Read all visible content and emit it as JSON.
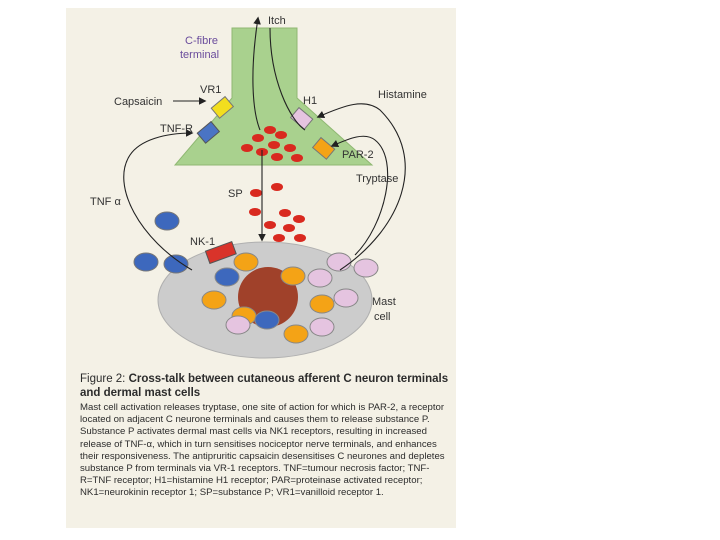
{
  "colors": {
    "background": "#f4f1e6",
    "nerve_terminal": "#a9d18e",
    "mast_cell": "#cccccc",
    "nucleus": "#a0412a",
    "granule_red": "#d9291f",
    "granule_orange": "#f4a316",
    "granule_blue": "#3d68bd",
    "granule_pink": "#e5c4e0",
    "vr1_receptor": "#f2de1e",
    "tnfr_receptor": "#4a74c4",
    "h1_receptor": "#e5c4e0",
    "par2_receptor": "#f4a316",
    "nk1_receptor": "#d9332a",
    "label_purple": "#6a4c9c"
  },
  "diagram": {
    "labels": {
      "itch": "Itch",
      "c_fibre_line1": "C-fibre",
      "c_fibre_line2": "terminal",
      "capsaicin": "Capsaicin",
      "vr1": "VR1",
      "tnf_r": "TNF-R",
      "h1": "H1",
      "histamine": "Histamine",
      "par2": "PAR-2",
      "tryptase": "Tryptase",
      "sp": "SP",
      "tnf_alpha": "TNF α",
      "nk1": "NK-1",
      "mast_line1": "Mast",
      "mast_line2": "cell"
    }
  },
  "caption": {
    "figure_number": "Figure 2:",
    "title": "Cross-talk between cutaneous afferent C neuron terminals and dermal mast cells",
    "body": "Mast cell activation releases tryptase, one site of action for which is PAR-2, a receptor located on adjacent C neurone terminals and causes them to release substance P. Substance P activates dermal mast cells via NK1 receptors, resulting in increased release of TNF-α, which in turn sensitises nociceptor nerve terminals, and enhances their responsiveness. The antipruritic capsaicin desensitises C neurones and depletes substance P from terminals via VR-1 receptors. TNF=tumour necrosis factor; TNF-R=TNF receptor; H1=histamine H1 receptor; PAR=proteinase activated receptor; NK1=neurokinin receptor 1; SP=substance P; VR1=vanilloid receptor 1."
  }
}
